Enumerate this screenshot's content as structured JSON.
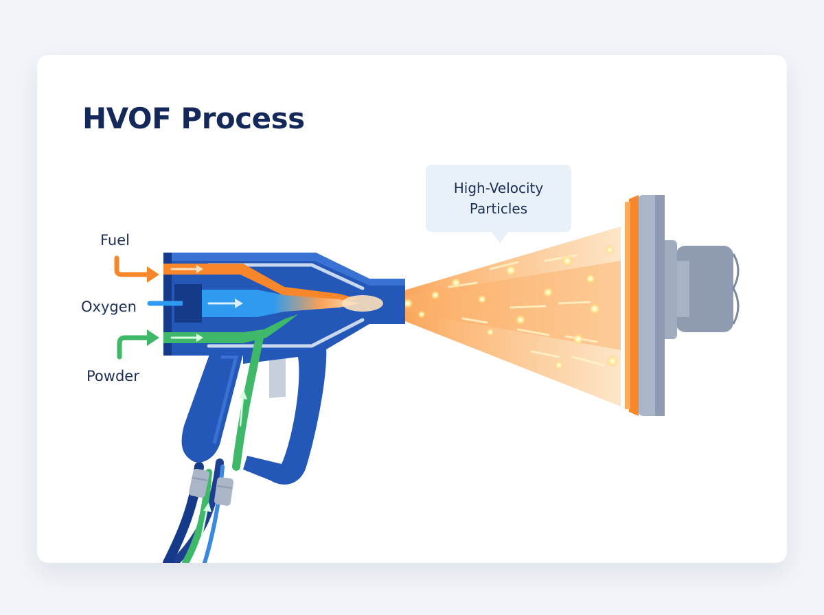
{
  "title": "HVOF Process",
  "inputs": {
    "fuel": "Fuel",
    "oxygen": "Oxygen",
    "powder": "Powder"
  },
  "callout": {
    "line1": "High-Velocity",
    "line2": "Particles"
  },
  "colors": {
    "fuel": "#f7872a",
    "oxygen": "#2e9bf0",
    "powder": "#3fb86a",
    "gun_body": "#2458b8",
    "gun_dark": "#163a8a",
    "substrate": "#9aa7ba",
    "coating": "#f7872a",
    "title": "#14285a"
  },
  "icons": {
    "fuel_arrow": "fuel-inlet-arrow-icon",
    "oxygen_arrow": "oxygen-inlet-arrow-icon",
    "powder_arrow": "powder-inlet-arrow-icon"
  }
}
